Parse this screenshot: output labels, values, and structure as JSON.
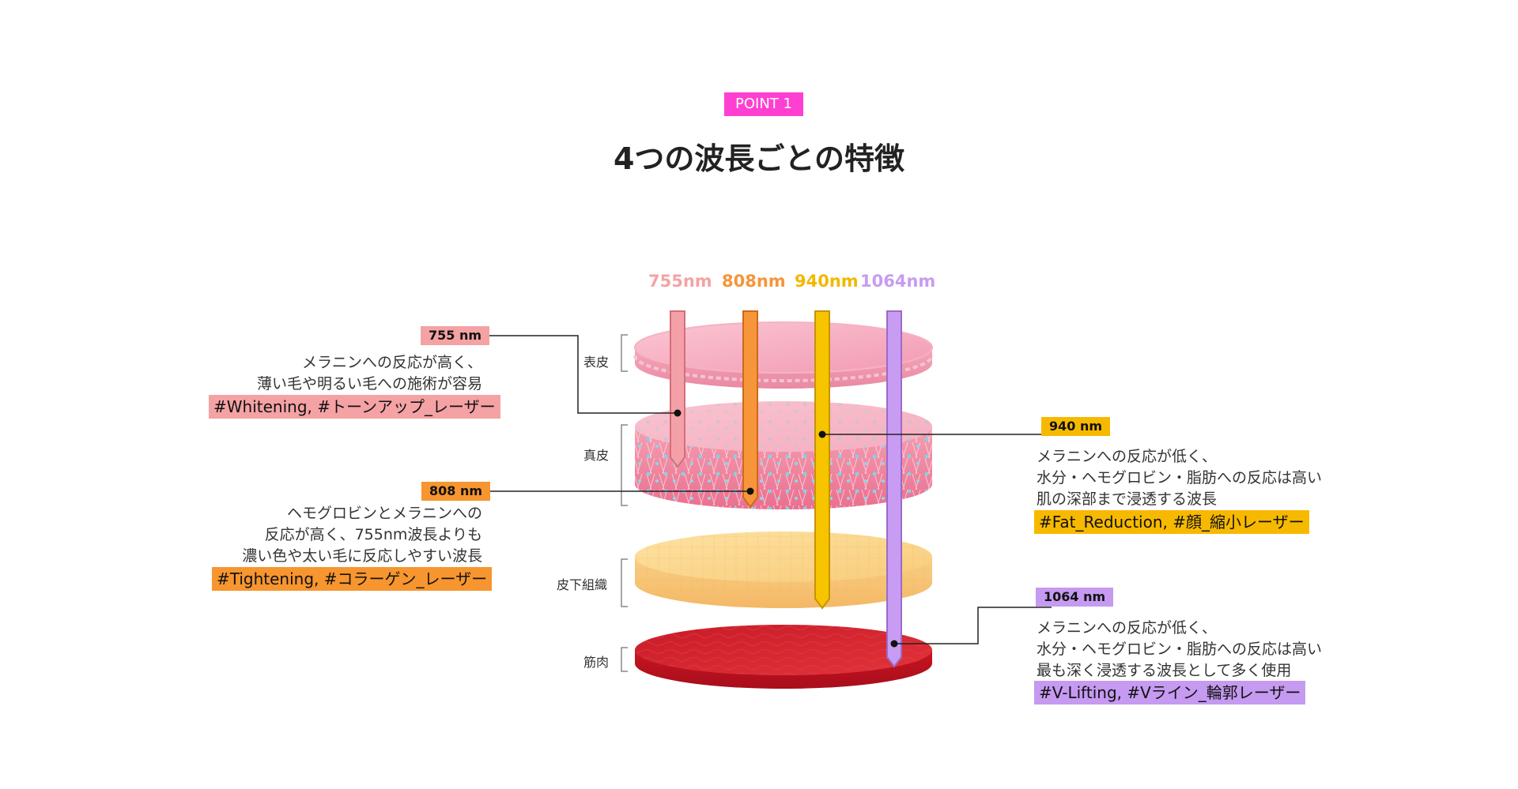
{
  "header": {
    "badge": "POINT 1",
    "title": "4つの波長ごとの特徴"
  },
  "wavelength_labels": [
    {
      "text": "755nm",
      "color": "#f3a3a6"
    },
    {
      "text": "808nm",
      "color": "#f6953a"
    },
    {
      "text": "940nm",
      "color": "#f2b800"
    },
    {
      "text": "1064nm",
      "color": "#c79cf0"
    }
  ],
  "layers": [
    {
      "label": "表皮"
    },
    {
      "label": "真皮"
    },
    {
      "label": "皮下組織"
    },
    {
      "label": "筋肉"
    }
  ],
  "callouts": {
    "nm755": {
      "tag": "755 nm",
      "lines": [
        "メラニンへの反応が高く、",
        "薄い毛や明るい毛への施術が容易"
      ],
      "hashtags": "#Whitening, #トーンアップ_レーザー",
      "color": "#f4a2a4"
    },
    "nm808": {
      "tag": "808 nm",
      "lines": [
        "ヘモグロビンとメラニンへの",
        "反応が高く、755nm波長よりも",
        "濃い色や太い毛に反応しやすい波長"
      ],
      "hashtags": "#Tightening, #コラーゲン_レーザー",
      "color": "#f7952f"
    },
    "nm940": {
      "tag": "940 nm",
      "lines": [
        "メラニンへの反応が低く、",
        "水分・ヘモグロビン・脂肪への反応は高い",
        "肌の深部まで浸透する波長"
      ],
      "hashtags": "#Fat_Reduction, #顔_縮小レーザー",
      "color": "#f7b900"
    },
    "nm1064": {
      "tag": "1064 nm",
      "lines": [
        "メラニンへの反応が低く、",
        "水分・ヘモグロビン・脂肪への反応は高い",
        "最も深く浸透する波長として多く使用"
      ],
      "hashtags": "#V-Lifting, #Vライン_輪郭レーザー",
      "color": "#c59af0"
    }
  }
}
